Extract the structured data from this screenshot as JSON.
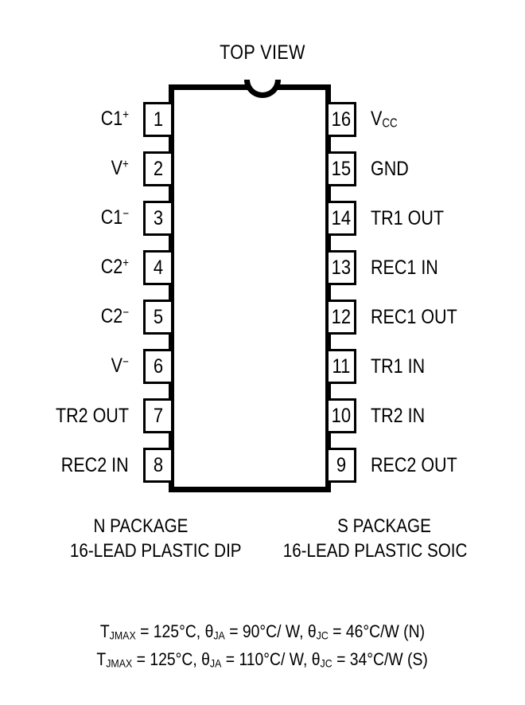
{
  "diagram": {
    "title": "TOP VIEW",
    "package_type": "dual-in-line pin configuration",
    "pin_count": 16,
    "left_pins": [
      {
        "number": "1",
        "label": "C1",
        "sup": "+",
        "sub": ""
      },
      {
        "number": "2",
        "label": "V",
        "sup": "+",
        "sub": ""
      },
      {
        "number": "3",
        "label": "C1",
        "sup": "−",
        "sub": ""
      },
      {
        "number": "4",
        "label": "C2",
        "sup": "+",
        "sub": ""
      },
      {
        "number": "5",
        "label": "C2",
        "sup": "−",
        "sub": ""
      },
      {
        "number": "6",
        "label": "V",
        "sup": "−",
        "sub": ""
      },
      {
        "number": "7",
        "label": "TR2 OUT",
        "sup": "",
        "sub": ""
      },
      {
        "number": "8",
        "label": "REC2 IN",
        "sup": "",
        "sub": ""
      }
    ],
    "right_pins": [
      {
        "number": "16",
        "label": "V",
        "sup": "",
        "sub": "CC"
      },
      {
        "number": "15",
        "label": "GND",
        "sup": "",
        "sub": ""
      },
      {
        "number": "14",
        "label": "TR1 OUT",
        "sup": "",
        "sub": ""
      },
      {
        "number": "13",
        "label": "REC1 IN",
        "sup": "",
        "sub": ""
      },
      {
        "number": "12",
        "label": "REC1 OUT",
        "sup": "",
        "sub": ""
      },
      {
        "number": "11",
        "label": "TR1 IN",
        "sup": "",
        "sub": ""
      },
      {
        "number": "10",
        "label": "TR2 IN",
        "sup": "",
        "sub": ""
      },
      {
        "number": "9",
        "label": "REC2 OUT",
        "sup": "",
        "sub": ""
      }
    ]
  },
  "captions": {
    "left_name": "N PACKAGE",
    "left_desc": "16-LEAD PLASTIC DIP",
    "right_name": "S PACKAGE",
    "right_desc": "16-LEAD PLASTIC SOIC"
  },
  "thermal": {
    "line1": {
      "tjmax_symbol": "T",
      "tjmax_sub": "JMAX",
      "tjmax_value": " = 125°C, ",
      "theta_ja_symbol": "θ",
      "theta_ja_sub": "JA",
      "theta_ja_value": " = 90°C/ W, ",
      "theta_jc_symbol": "θ",
      "theta_jc_sub": "JC",
      "theta_jc_value": " = 46°C/W (N)",
      "full_text": "TJMAX = 125°C, θJA = 90°C/ W, θJC = 46°C/W (N)"
    },
    "line2": {
      "tjmax_symbol": "T",
      "tjmax_sub": "JMAX",
      "tjmax_value": " = 125°C, ",
      "theta_ja_symbol": "θ",
      "theta_ja_sub": "JA",
      "theta_ja_value": " = 110°C/ W, ",
      "theta_jc_symbol": "θ",
      "theta_jc_sub": "JC",
      "theta_jc_value": " = 34°C/W (S)",
      "full_text": "TJMAX = 125°C, θJA = 110°C/ W, θJC = 34°C/W (S)"
    }
  },
  "colors": {
    "ink": "#000000",
    "paper": "#ffffff"
  }
}
